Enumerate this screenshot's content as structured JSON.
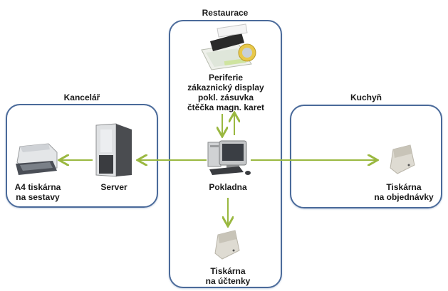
{
  "zones": {
    "office": {
      "title": "Kancelář"
    },
    "restaurant": {
      "title": "Restaurace"
    },
    "kitchen": {
      "title": "Kuchyň"
    }
  },
  "nodes": {
    "peripherals": {
      "label": "Periferie\nzákaznický display\npokl. zásuvka\nčtěčka magn. karet",
      "icon": "card-reader-icon"
    },
    "pos": {
      "label": "Pokladna",
      "icon": "computer-icon"
    },
    "server": {
      "label": "Server",
      "icon": "server-tower-icon"
    },
    "a4_printer": {
      "label": "A4 tiskárna\nna sestavy",
      "icon": "laser-printer-icon"
    },
    "receipt_printer": {
      "label": "Tiskárna\nna účtenky",
      "icon": "receipt-printer-icon"
    },
    "order_printer": {
      "label": "Tiskárna\nna objednávky",
      "icon": "receipt-printer-icon"
    }
  },
  "connections": [
    {
      "from": "pos",
      "to": "peripherals"
    },
    {
      "from": "peripherals",
      "to": "pos"
    },
    {
      "from": "pos",
      "to": "server"
    },
    {
      "from": "server",
      "to": "a4_printer"
    },
    {
      "from": "pos",
      "to": "receipt_printer"
    },
    {
      "from": "pos",
      "to": "order_printer"
    }
  ],
  "colors": {
    "zone_border": "#4a6a9a",
    "arrow": "#9ab840"
  }
}
